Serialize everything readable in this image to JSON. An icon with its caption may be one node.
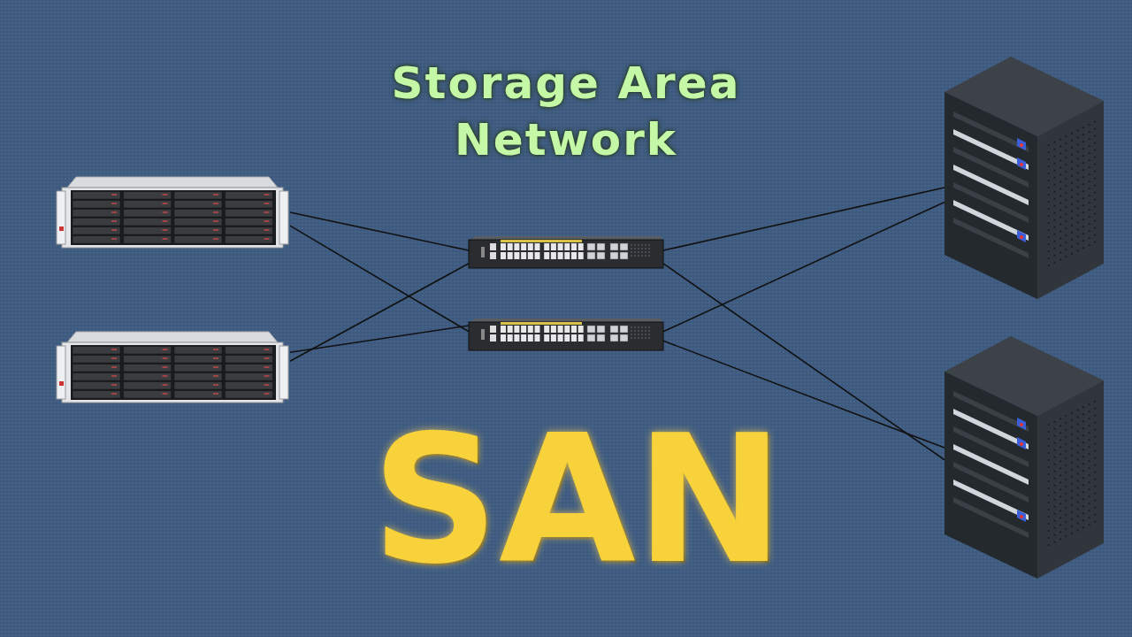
{
  "diagram": {
    "title": "Storage Area Network",
    "nodes": [
      {
        "text": [],
        "shape": "picture"
      },
      {
        "text": [],
        "shape": "picture"
      },
      {
        "text": [],
        "shape": "picture"
      },
      {
        "text": [],
        "shape": "picture"
      },
      {
        "text": [],
        "shape": "picture"
      },
      {
        "text": [],
        "shape": "picture"
      }
    ],
    "edges": [
      {
        "from": 0,
        "to": 2,
        "arrow": "none"
      },
      {
        "from": 0,
        "to": 3,
        "arrow": "none"
      },
      {
        "from": 1,
        "to": 2,
        "arrow": "none"
      },
      {
        "from": 1,
        "to": 3,
        "arrow": "none"
      },
      {
        "from": 2,
        "to": 4,
        "arrow": "none"
      },
      {
        "from": 2,
        "to": 5,
        "arrow": "none"
      },
      {
        "from": 3,
        "to": 4,
        "arrow": "none"
      },
      {
        "from": 3,
        "to": 5,
        "arrow": "none"
      }
    ],
    "labels": [
      "SAN"
    ]
  }
}
